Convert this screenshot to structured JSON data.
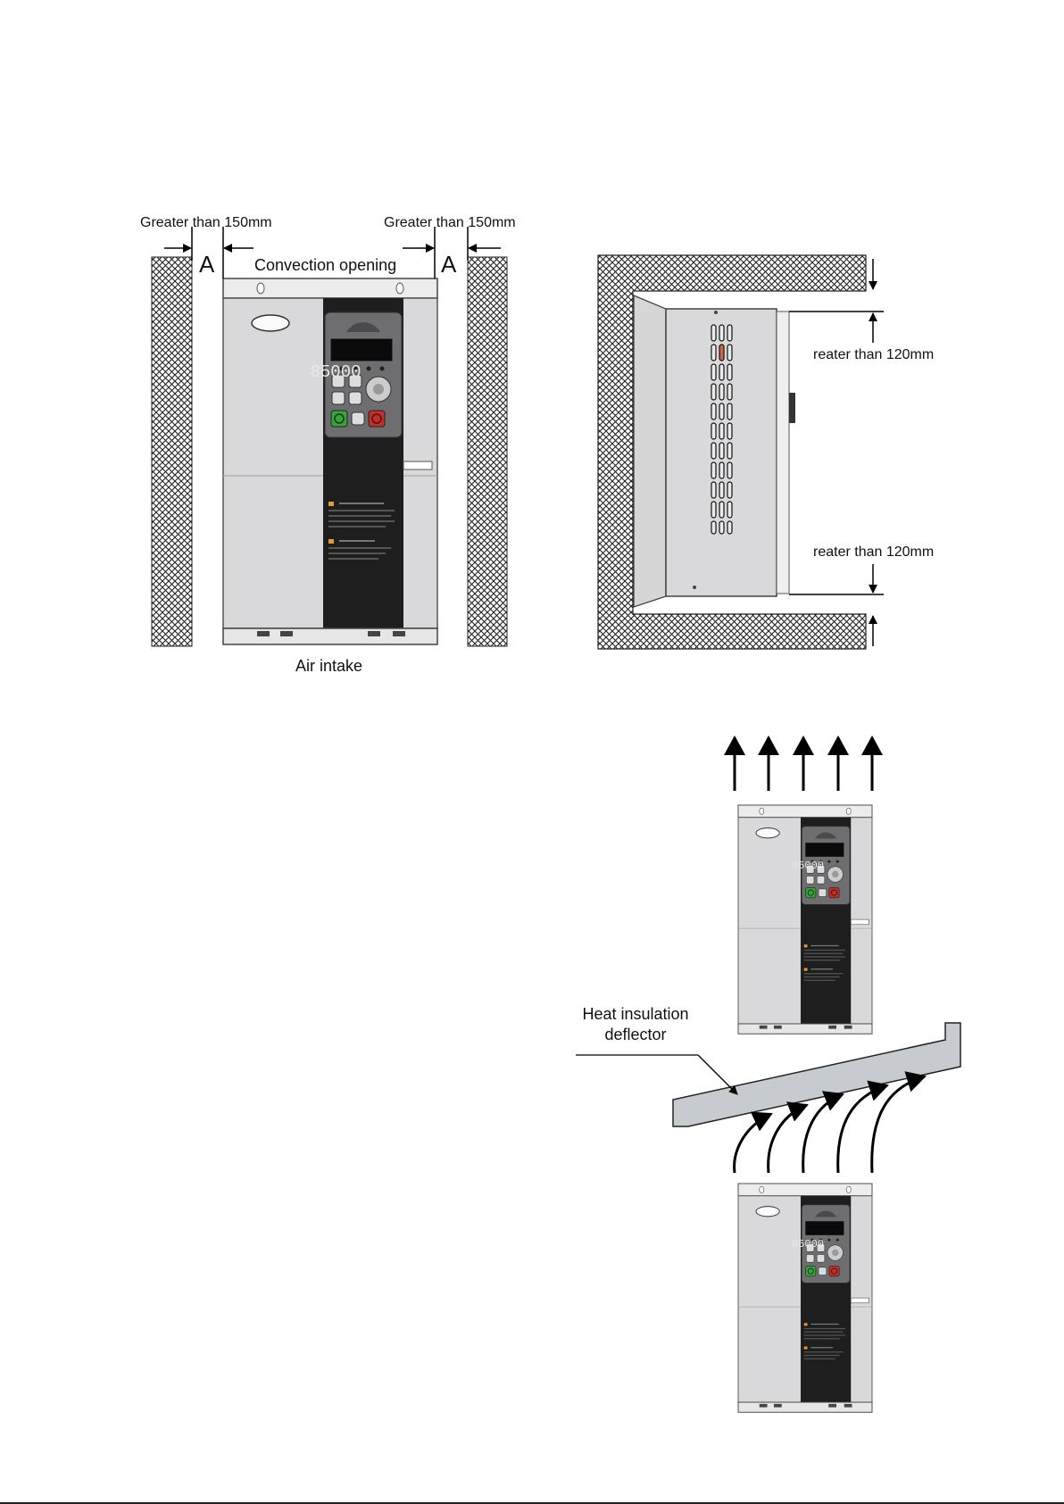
{
  "labels": {
    "clearance_left": "Greater than 150mm",
    "clearance_right": "Greater than 150mm",
    "gap_left": "A",
    "gap_right": "A",
    "convection": "Convection opening",
    "air_intake": "Air intake",
    "top_clearance": "reater than 120mm",
    "bottom_clearance": "reater than 120mm",
    "deflector_line1": "Heat insulation",
    "deflector_line2": "deflector"
  },
  "keypad_display": "85000",
  "colors": {
    "wall_hatch": "#222222",
    "housing": "#d9d9db",
    "front_strip": "#1e1e1e",
    "run_key": "#3aa23a",
    "stop_key": "#c0302a",
    "deflector": "#c7cbcf",
    "arrow": "#000000"
  }
}
